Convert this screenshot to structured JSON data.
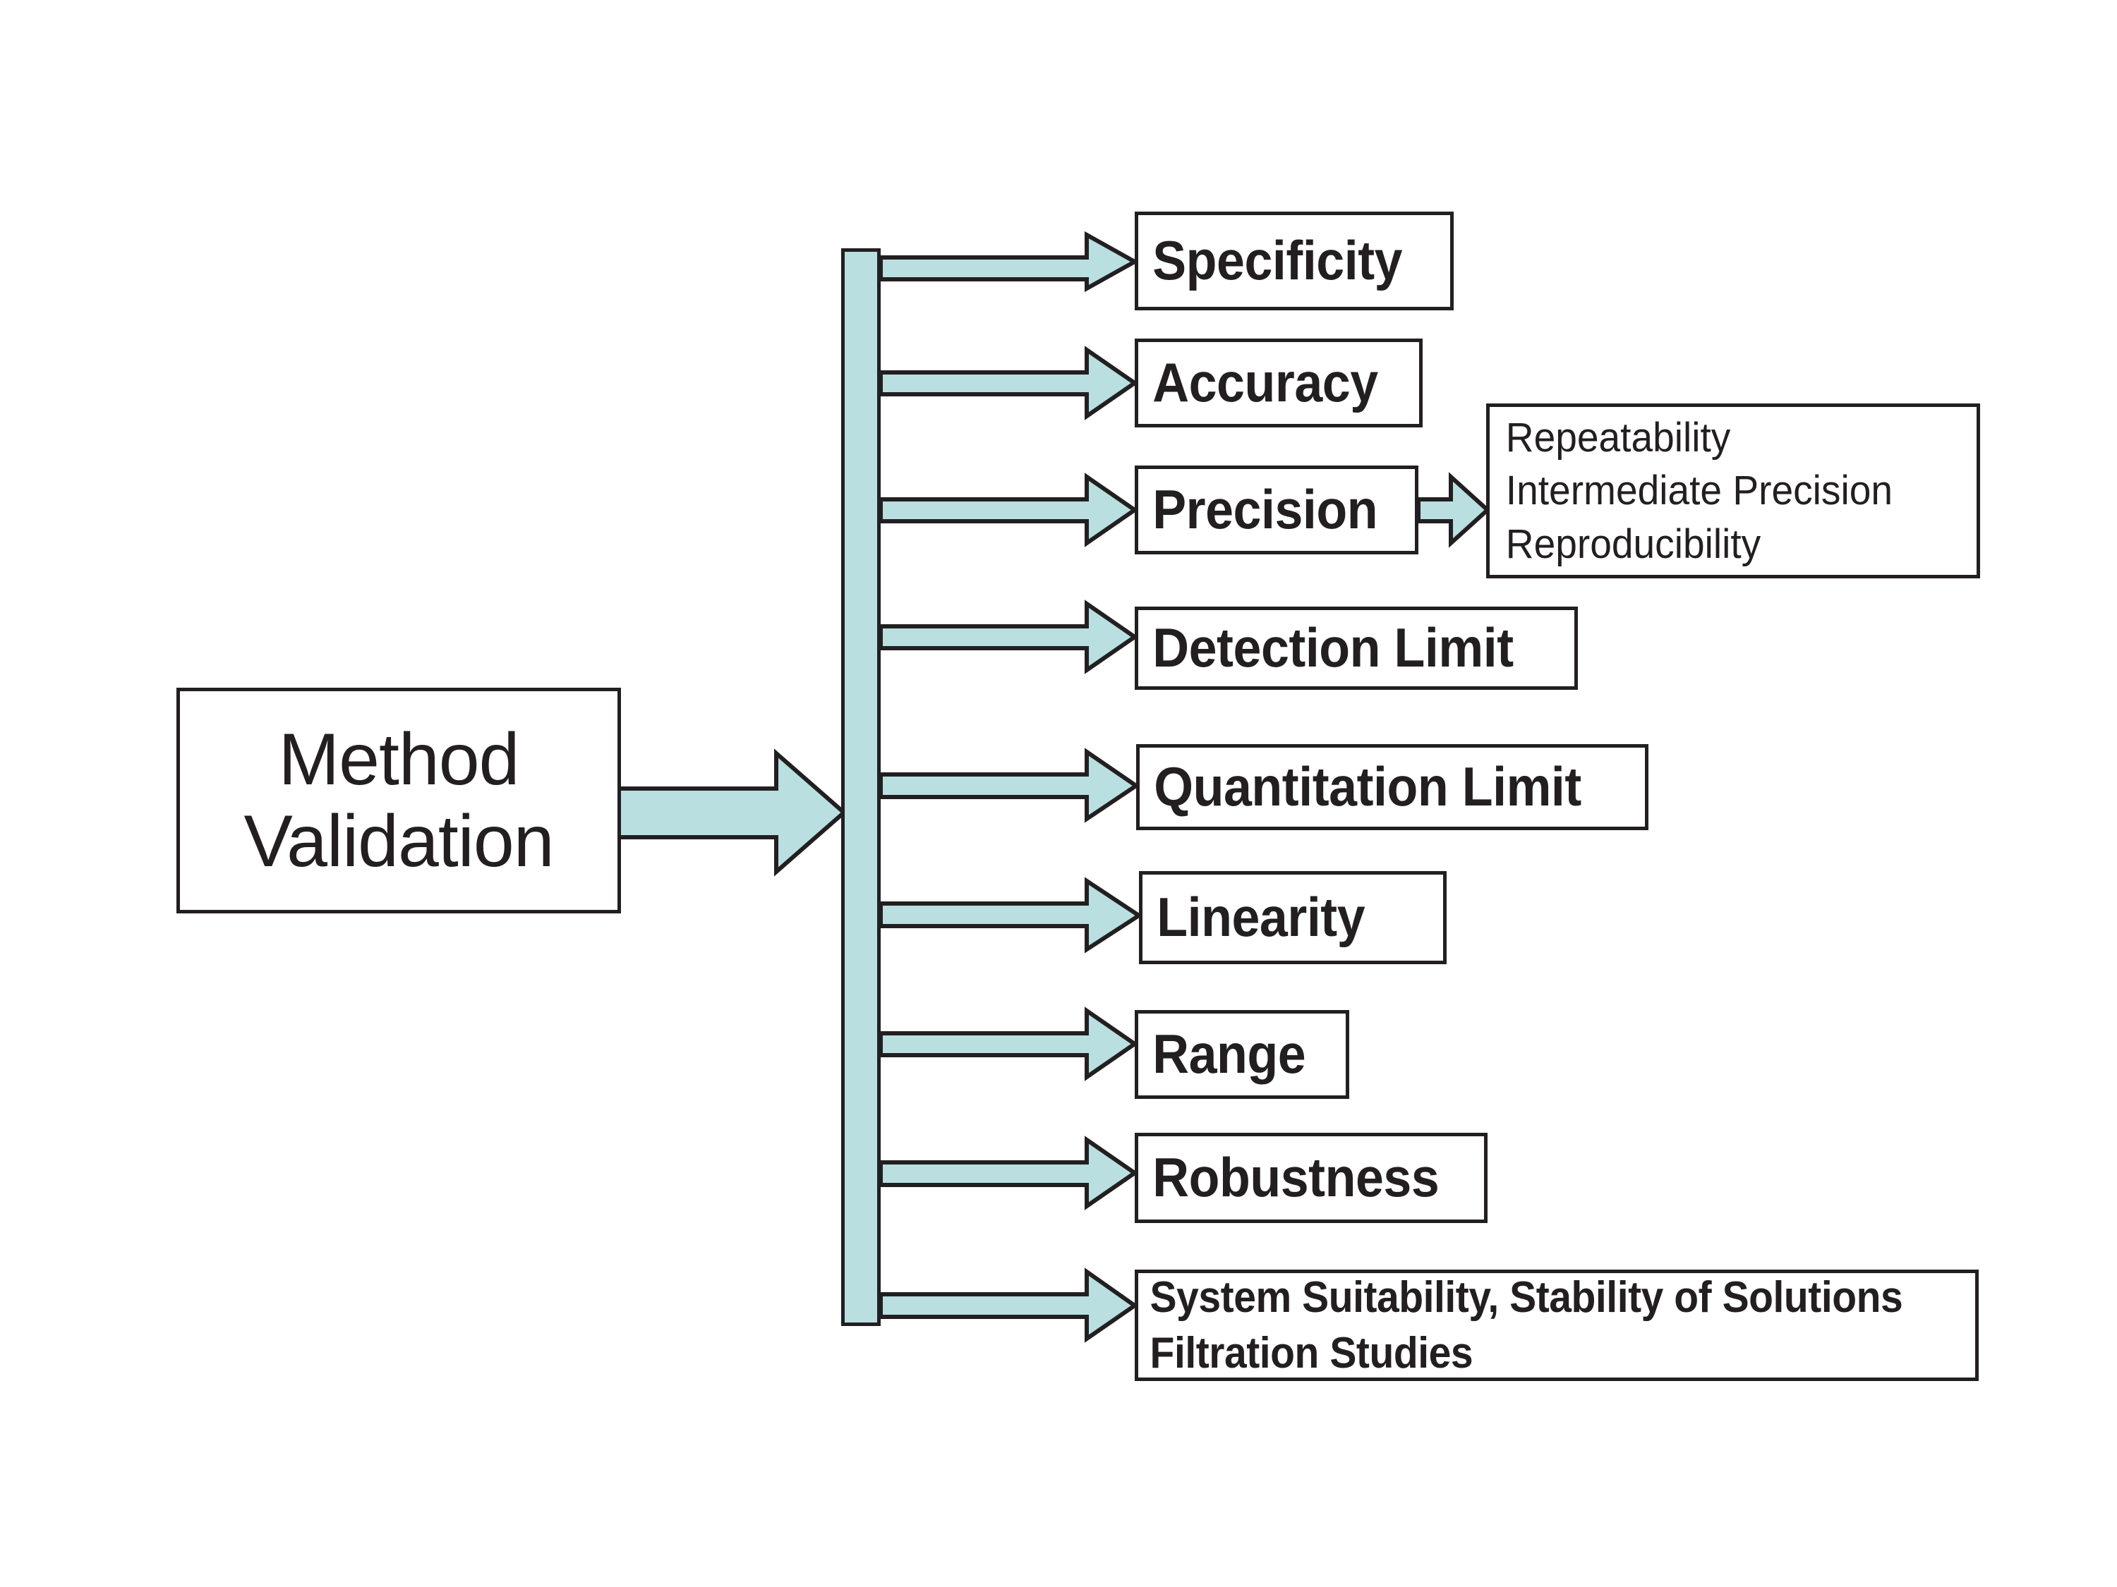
{
  "diagram": {
    "title": "Method Validation",
    "root": {
      "label": "Method\nValidation",
      "name": "method-validation"
    },
    "branches": [
      {
        "id": "specificity",
        "label": "Specificity"
      },
      {
        "id": "accuracy",
        "label": "Accuracy"
      },
      {
        "id": "precision",
        "label": "Precision"
      },
      {
        "id": "detection",
        "label": "Detection Limit"
      },
      {
        "id": "quantitation",
        "label": "Quantitation Limit"
      },
      {
        "id": "linearity",
        "label": "Linearity"
      },
      {
        "id": "range",
        "label": "Range"
      },
      {
        "id": "robustness",
        "label": "Robustness"
      },
      {
        "id": "system",
        "label": "System Suitability, Stability of Solutions\nFiltration Studies"
      }
    ],
    "sub_branches": [
      {
        "id": "repeatability",
        "parent": "precision",
        "label": "Repeatability\nIntermediate Precision\nReproducibility",
        "items": [
          "Repeatability",
          "Intermediate Precision",
          "Reproducibility"
        ]
      }
    ],
    "colors": {
      "arrow_fill": "#b9dfe1",
      "trunk_fill": "#b9dfe1",
      "stroke": "#231f20",
      "box_fill": "#ffffff",
      "background": "#ffffff"
    },
    "icons": {
      "arrow": "right-arrow-icon",
      "trunk": "vertical-trunk-bar"
    }
  }
}
